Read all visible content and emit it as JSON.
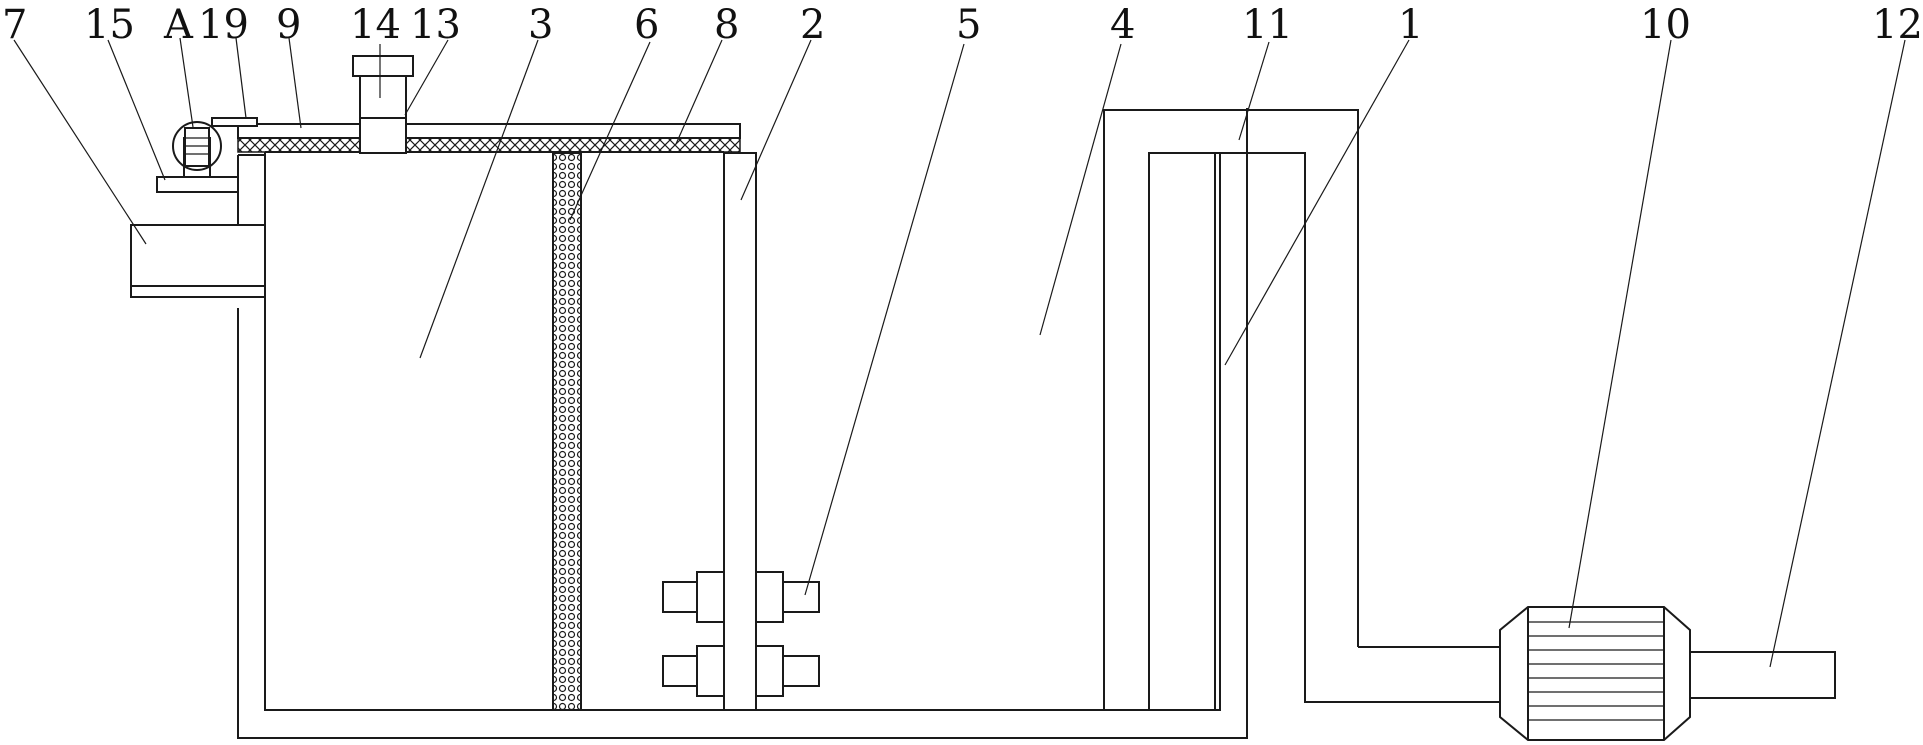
{
  "labels": {
    "l7": "7",
    "l15": "15",
    "lA": "A",
    "l19": "19",
    "l9": "9",
    "l14": "14",
    "l13": "13",
    "l3": "3",
    "l6": "6",
    "l8": "8",
    "l2": "2",
    "l5": "5",
    "l4": "4",
    "l11": "11",
    "l1": "1",
    "l10": "10",
    "l12": "12"
  },
  "colors": {
    "line": "#1a1a1a",
    "background": "#ffffff"
  }
}
